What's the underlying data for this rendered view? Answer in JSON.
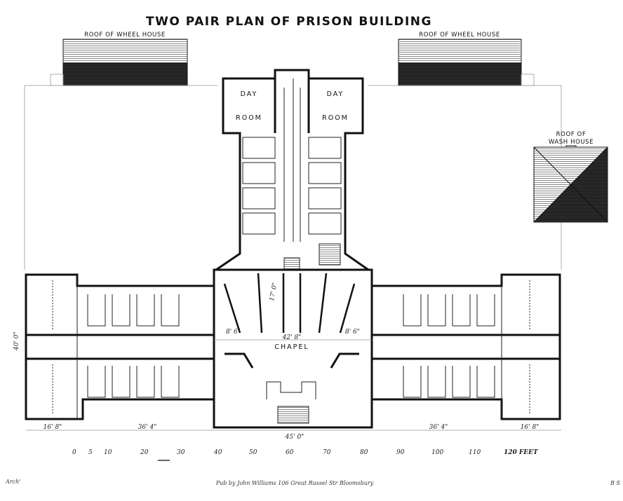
{
  "title": "TWO PAIR PLAN OF PRISON BUILDING",
  "labels": {
    "wheel_house_left": "ROOF OF WHEEL HOUSE",
    "wheel_house_right": "ROOF OF WHEEL HOUSE",
    "wash_house_1": "ROOF OF",
    "wash_house_2": "WASH HOUSE",
    "day_room_left_1": "DAY",
    "day_room_left_2": "ROOM",
    "day_room_right_1": "DAY",
    "day_room_right_2": "ROOM",
    "chapel": "CHAPEL"
  },
  "dimensions": {
    "left_end": "16' 8\"",
    "left_wing": "36' 4\"",
    "center": "45' 0\"",
    "right_wing": "36' 4\"",
    "right_end": "16' 8\"",
    "chapel_width": "42' 8\"",
    "chapel_depth": "17' 0\"",
    "bay_left": "8' 6\"",
    "bay_right": "8' 6\"",
    "wing_depth": "40' 0\""
  },
  "scale": {
    "ticks": [
      "0",
      "5",
      "10",
      "20",
      "30",
      "40",
      "50",
      "60",
      "70",
      "80",
      "90",
      "100",
      "110",
      "120 FEET"
    ]
  },
  "credits": {
    "left": "Arch'",
    "center": "Pub by John Williams 106 Great Russel Str Bloomsbury",
    "right": "B S"
  },
  "colors": {
    "ink": "#111111",
    "paper": "#ffffff"
  }
}
